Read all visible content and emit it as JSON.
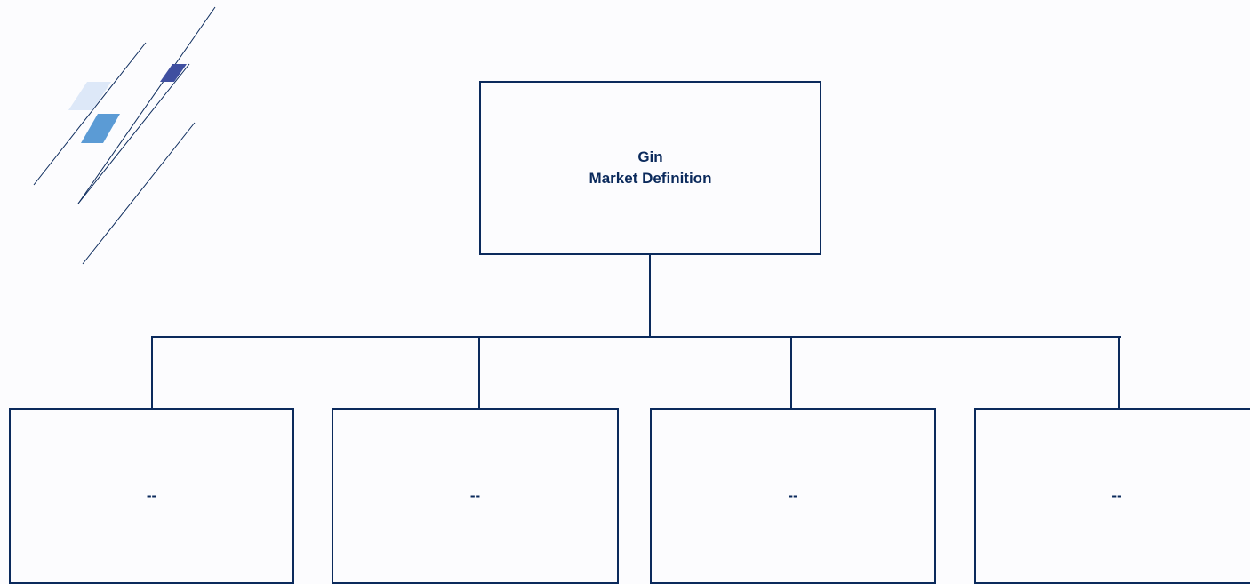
{
  "diagram": {
    "root": {
      "title": "Gin",
      "subtitle": "Market Definition"
    },
    "children": [
      {
        "label": "--"
      },
      {
        "label": "--"
      },
      {
        "label": "--"
      },
      {
        "label": "--"
      }
    ]
  },
  "colors": {
    "line": "#0b2a5c",
    "text": "#0b2a5c",
    "background": "#fcfcfe",
    "logo_light": "#dde8f8",
    "logo_mid": "#5b9bd5",
    "logo_dark": "#3f4fa0"
  },
  "decor": {
    "logo": "diagonal-lines-logo"
  }
}
